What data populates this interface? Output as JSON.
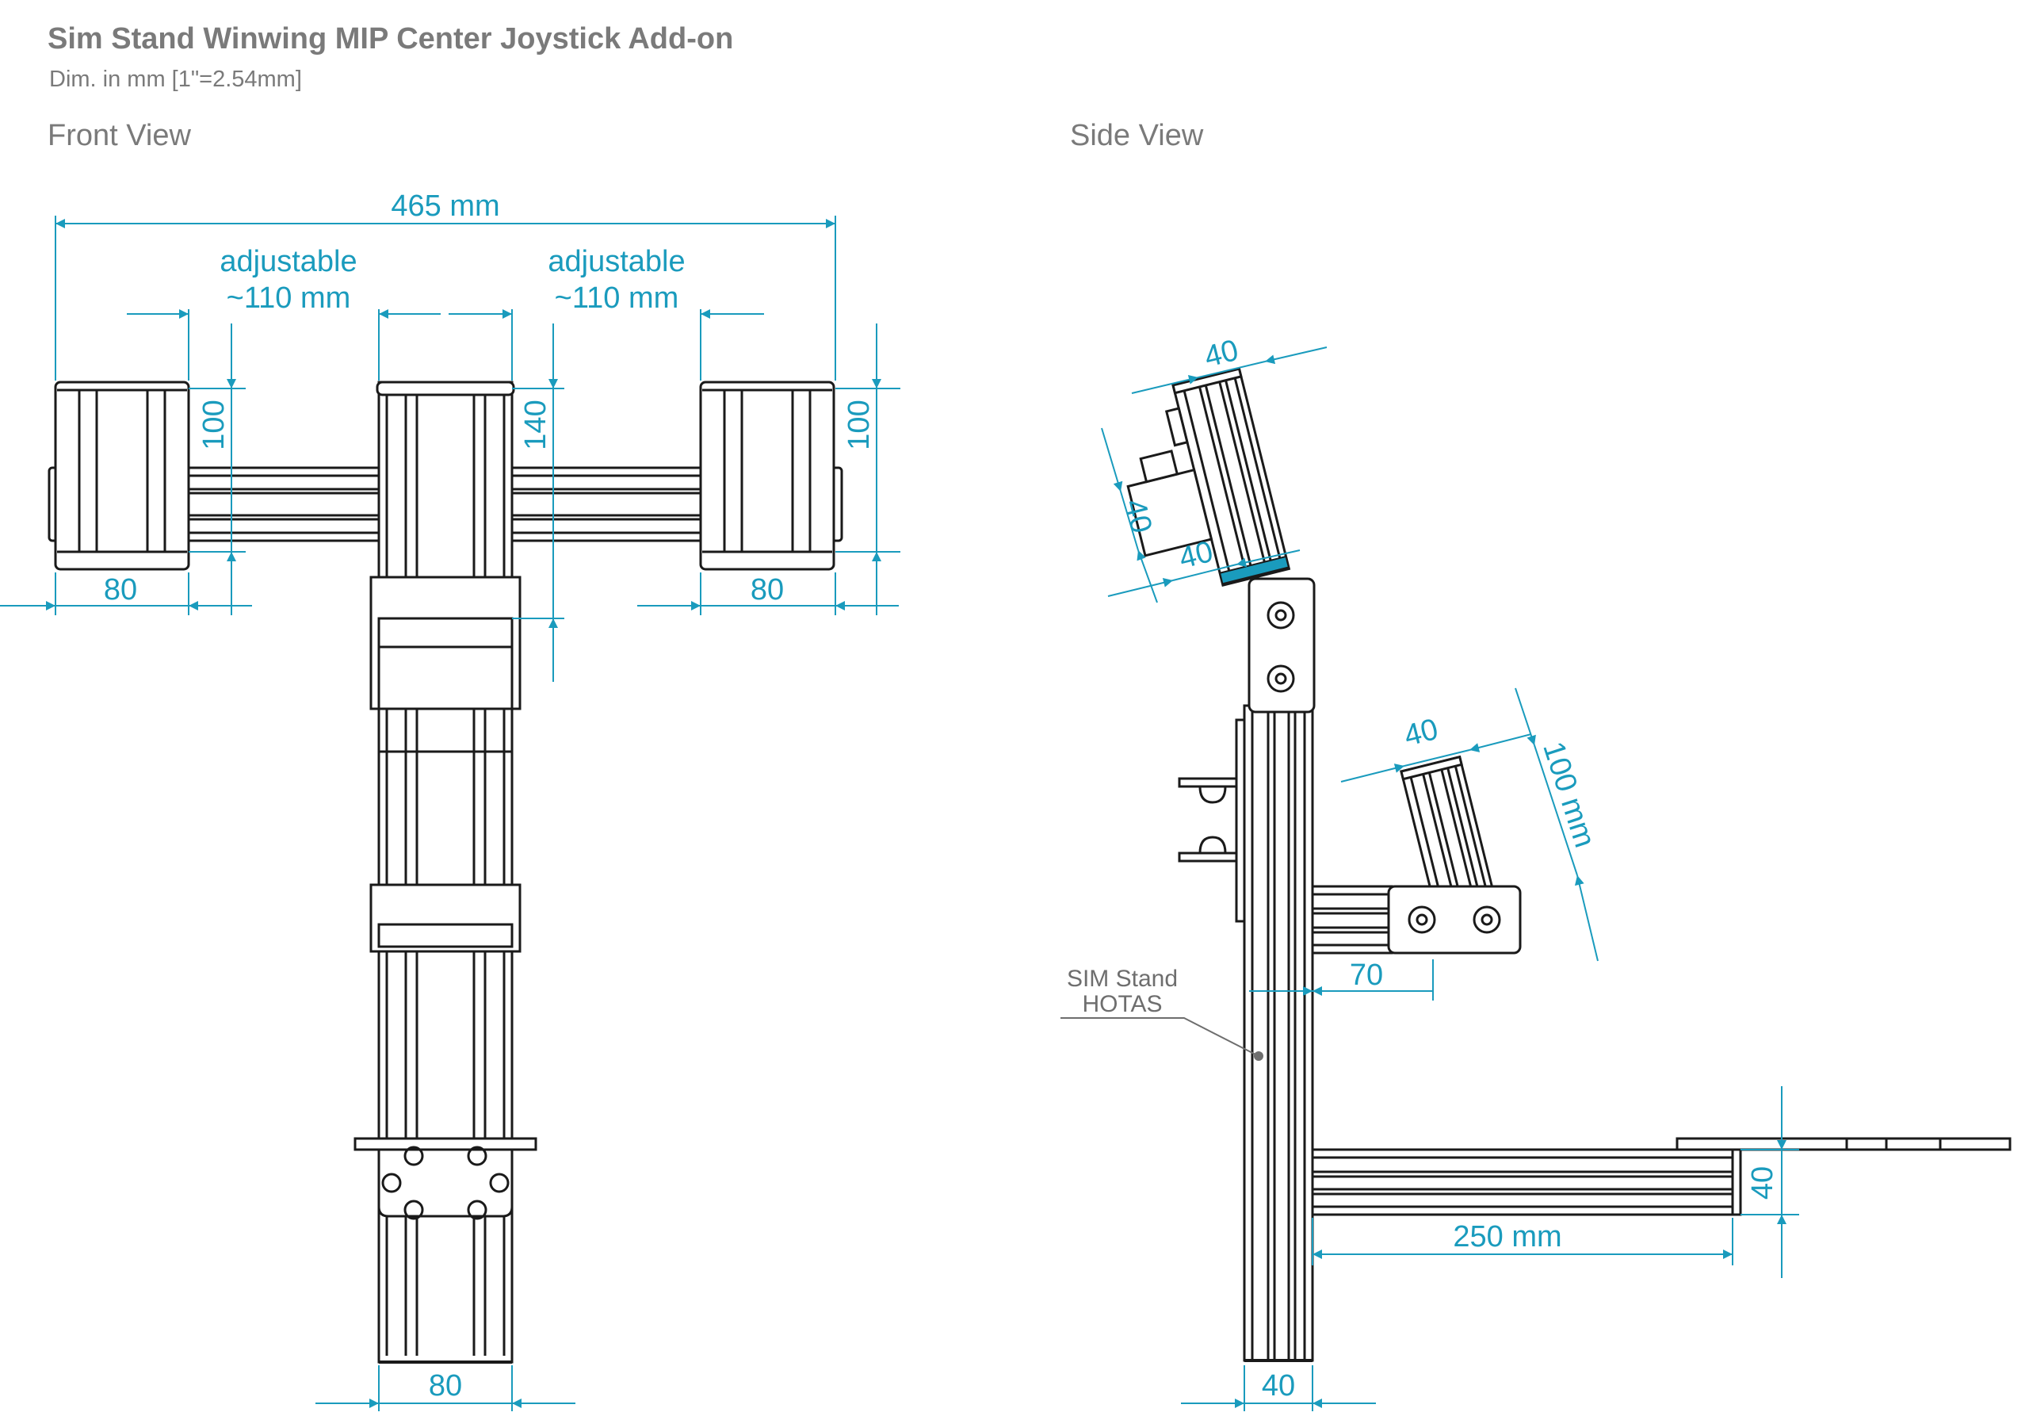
{
  "header": {
    "title": "Sim Stand Winwing MIP Center Joystick Add-on",
    "subtitle": "Dim. in mm [1\"=2.54mm]"
  },
  "views": {
    "front_label": "Front View",
    "side_label": "Side View"
  },
  "front_dims": {
    "overall_width": "465 mm",
    "left_adjust_line1": "adjustable",
    "left_adjust_line2": "~110 mm",
    "right_adjust_line1": "adjustable",
    "right_adjust_line2": "~110 mm",
    "left_height": "100",
    "center_height": "140",
    "right_height": "100",
    "left_width": "80",
    "right_width": "80",
    "bottom_width": "80"
  },
  "side_dims": {
    "top_block_top": "40",
    "top_block_left": "40",
    "top_block_bottom": "40",
    "lower_block_top": "40",
    "lower_block_length": "100 mm",
    "offset": "70",
    "base_length": "250 mm",
    "base_height": "40",
    "upright_width": "40"
  },
  "callout": {
    "line1": "SIM Stand",
    "line2": "HOTAS"
  },
  "colors": {
    "dimension": "#1a9bbd",
    "outline": "#1a1a1a",
    "text_gray": "#7a7a7a"
  }
}
